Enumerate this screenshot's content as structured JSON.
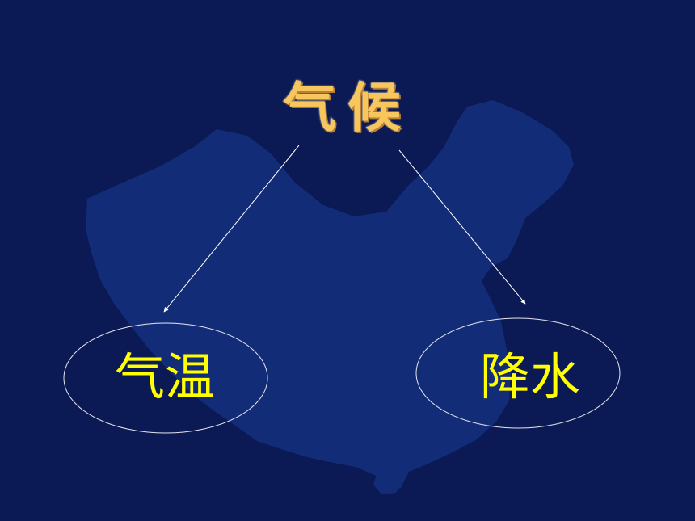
{
  "diagram": {
    "title": "气候",
    "nodes": [
      {
        "label": "气温"
      },
      {
        "label": "降水"
      }
    ]
  },
  "colors": {
    "background": "#0b1a54",
    "map": "#132c78",
    "title": "#f7c65c",
    "node_text": "#ffff00",
    "lines": "#ffffff"
  }
}
